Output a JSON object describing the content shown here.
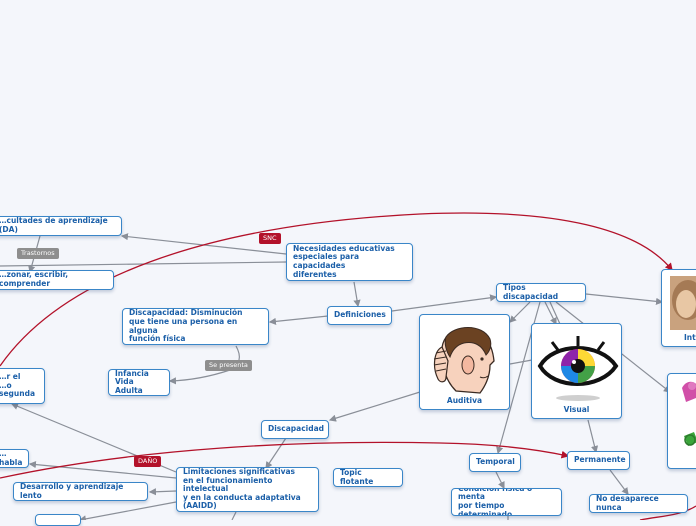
{
  "nodes": {
    "dificultades": "…cultades de aprendizaje (DA)",
    "razonar": "…zonar, escribir, comprender",
    "necesidades": "Necesidades educativas\nespeciales para capacidades\ndiferentes",
    "definiciones": "Definiciones",
    "tipos": "Tipos discapacidad",
    "disc_def": "Discapacidad: Disminución\nque tiene una persona en alguna\nfunción física",
    "infancia": "Infancia\nVida Adulta",
    "primera": "…r el\n…o segunda",
    "discapacidad": "Discapacidad",
    "habla": "…habla",
    "desarrollo": "Desarrollo y aprendizaje lento",
    "limitaciones": "Limitaciones significativas\nen el funcionamiento intelectual\ny en la conducta adaptativa\n(AAIDD)",
    "topic": "Topic flotante",
    "temporal": "Temporal",
    "permanente": "Permanente",
    "condicion": "Condición física o menta\npor tiempo determinado",
    "no_desaparece": "No desaparece nunca",
    "auditiva": "Auditiva",
    "visual": "Visual",
    "intelectual": "Int…"
  },
  "tags": {
    "trastornos": "Trastornos",
    "se_presenta": "Se presenta",
    "snc": "SNC",
    "dano": "DAÑO"
  },
  "colors": {
    "node_border": "#3a86c8",
    "node_text": "#1b5fa8",
    "connector": "#8a8f98",
    "relation": "#b3122a",
    "tag_gray": "#8e8e8e"
  },
  "icons": [
    "ear-icon",
    "eye-icon",
    "intellectual-icon",
    "physical-icon"
  ]
}
